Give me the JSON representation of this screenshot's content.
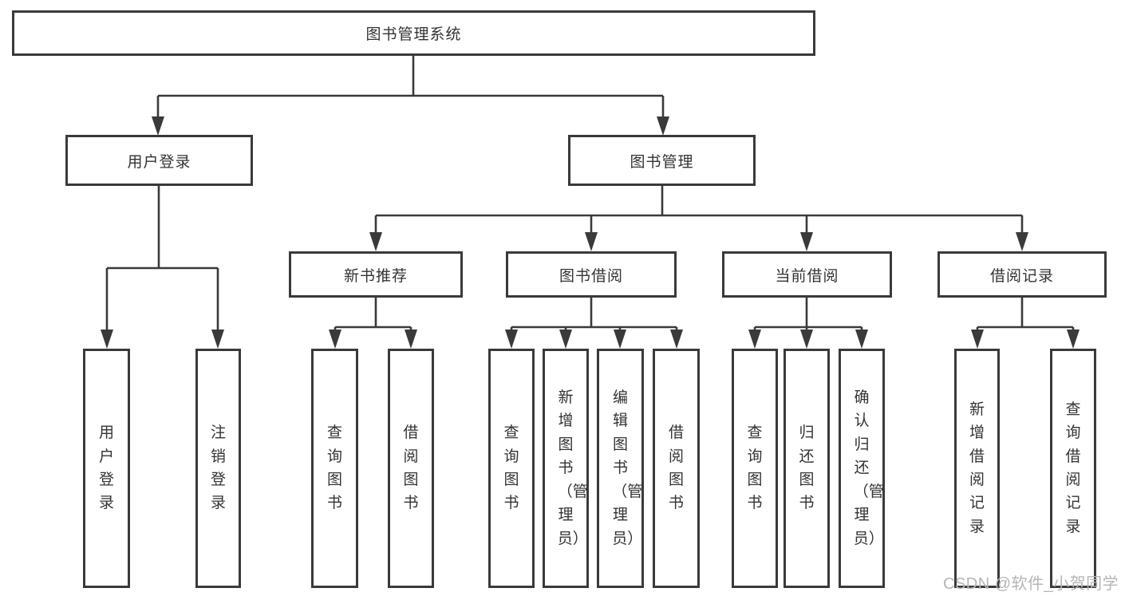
{
  "watermark": "CSDN @软件_小贺同学",
  "colors": {
    "line": "#3a3a3a",
    "box_border": "#3a3a3a",
    "text": "#333333",
    "watermark": "#b5b5b5",
    "background": "#ffffff"
  },
  "tree": {
    "root": {
      "label": "图书管理系统"
    },
    "branches": [
      {
        "label": "用户登录",
        "leaves": [
          {
            "label": "用户登录"
          },
          {
            "label": "注销登录"
          }
        ]
      },
      {
        "label": "图书管理",
        "groups": [
          {
            "label": "新书推荐",
            "leaves": [
              {
                "label": "查询图书"
              },
              {
                "label": "借阅图书"
              }
            ]
          },
          {
            "label": "图书借阅",
            "leaves": [
              {
                "label": "查询图书"
              },
              {
                "label": "新增图书（管理员）"
              },
              {
                "label": "编辑图书（管理员）"
              },
              {
                "label": "借阅图书"
              }
            ]
          },
          {
            "label": "当前借阅",
            "leaves": [
              {
                "label": "查询图书"
              },
              {
                "label": "归还图书"
              },
              {
                "label": "确认归还（管理员）"
              }
            ]
          },
          {
            "label": "借阅记录",
            "leaves": [
              {
                "label": "新增借阅记录"
              },
              {
                "label": "查询借阅记录"
              }
            ]
          }
        ]
      }
    ]
  }
}
